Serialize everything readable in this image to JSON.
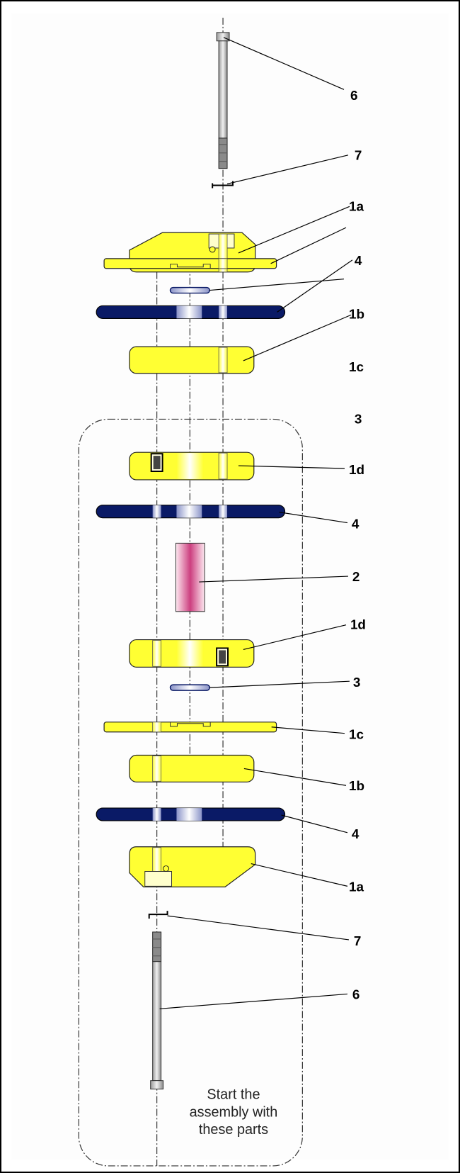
{
  "labels": {
    "top_6": "6",
    "top_7": "7",
    "top_1a": "1a",
    "top_4": "4",
    "top_1b": "1b",
    "top_1c": "1c",
    "top_3": "3",
    "upper_1d": "1d",
    "mid_4": "4",
    "mid_2": "2",
    "lower_1d": "1d",
    "low_3": "3",
    "low_1c": "1c",
    "low_1b": "1b",
    "low_4": "4",
    "low_1a": "1a",
    "low_7": "7",
    "low_6": "6"
  },
  "note": {
    "line1": "Start the",
    "line2": "assembly with",
    "line3": "these parts"
  },
  "colors": {
    "part_yellow": "#ffff33",
    "spacer_blue": "#0a1a66",
    "cylinder_pink": "#cc3f7f",
    "background": "#fdfdfd"
  }
}
